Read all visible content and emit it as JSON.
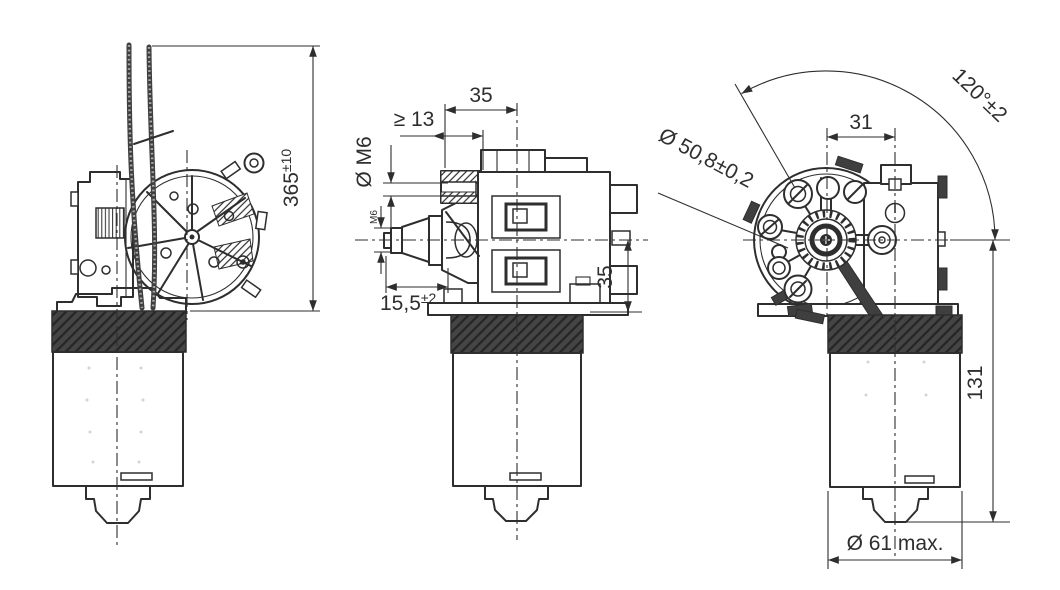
{
  "colors": {
    "line": "#2e2e2e",
    "hatch_band": "#454545",
    "background": "#ffffff"
  },
  "dimensions": {
    "cable_length": {
      "value": "365",
      "tolerance": "±10"
    },
    "gearbox_depth": "35",
    "thread_engagement": "≥ 13",
    "mounting_hole": "Ø M6",
    "shaft_thread": "M6",
    "shaft_length": {
      "value": "15,5",
      "tolerance": "±2"
    },
    "shaft_axis_height": "35",
    "wiping_angle": "120°±2",
    "axis_distance": "31",
    "bolt_circle": "Ø 50,8±0,2",
    "motor_length": "131",
    "motor_diameter": "Ø 61 max."
  }
}
